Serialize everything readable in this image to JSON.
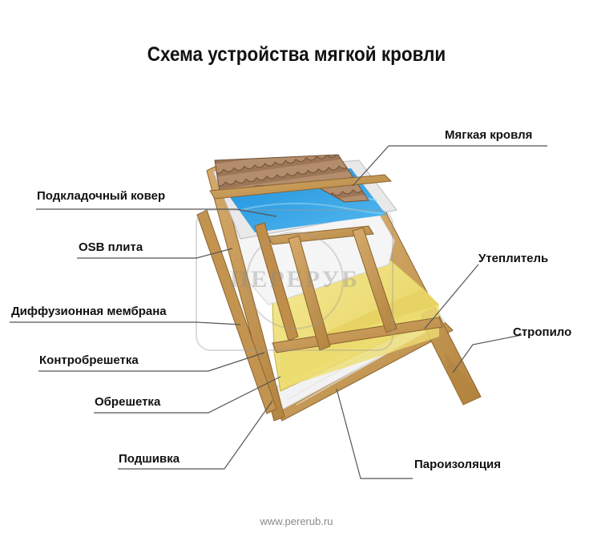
{
  "title": "Схема устройства мягкой кровли",
  "watermark": "ПЕРЕРУБ",
  "footer": "www.pererub.ru",
  "colors": {
    "shingles": "#a88262",
    "underlay": "#2f9fe0",
    "insulation": "#efe07c",
    "timber": "#c89a5a",
    "membrane": "#f3f3f3",
    "leader_lines": "#555555"
  },
  "labels": {
    "soft_roof": "Мягкая кровля",
    "underlay": "Подкладочный ковер",
    "osb": "OSB плита",
    "insulation": "Утеплитель",
    "diffusion_membrane": "Диффузионная мембрана",
    "rafter": "Стропило",
    "counter_batten": "Контробрешетка",
    "batten": "Обрешетка",
    "soffit": "Подшивка",
    "vapor_barrier": "Пароизоляция"
  }
}
